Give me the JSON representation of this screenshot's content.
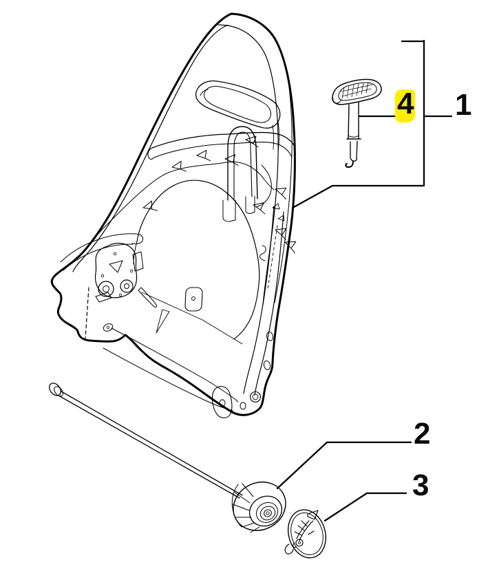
{
  "diagram": {
    "background_color": "#ffffff",
    "stroke_color": "#000000",
    "highlight_color": "#ffee00",
    "callouts": [
      {
        "label": "1",
        "highlighted": false
      },
      {
        "label": "2",
        "highlighted": false
      },
      {
        "label": "3",
        "highlighted": false
      },
      {
        "label": "4",
        "highlighted": true
      }
    ]
  }
}
